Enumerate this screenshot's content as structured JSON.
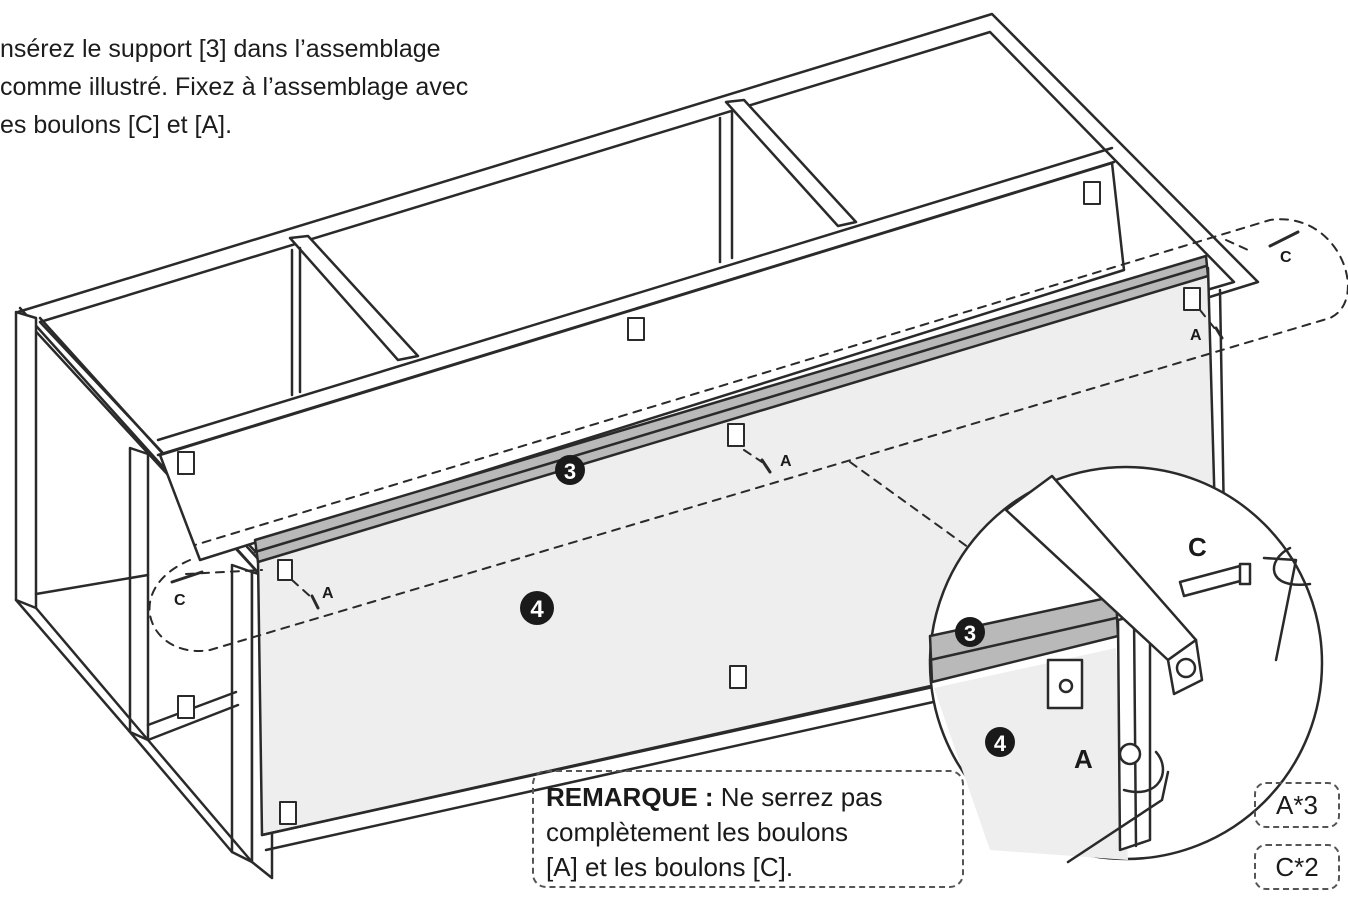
{
  "instruction": {
    "line1": "nsérez le support [3] dans l’assemblage",
    "line2": "comme illustré. Fixez à l’assemblage avec",
    "line3": "es boulons [C] et [A]."
  },
  "note": {
    "label": "REMARQUE :",
    "line1": "Ne serrez pas",
    "line2": "complètement les boulons",
    "line3": "[A] et les boulons [C]."
  },
  "quantities": [
    {
      "label": "A*3"
    },
    {
      "label": "C*2"
    }
  ],
  "callouts": {
    "part3": "3",
    "part4": "4",
    "bolt_a": "A",
    "bolt_c": "C"
  },
  "colors": {
    "line": "#2a2a2a",
    "panel": "#eeeeee",
    "support_bar": "#b9b9b9",
    "badge": "#1a1a1a"
  }
}
